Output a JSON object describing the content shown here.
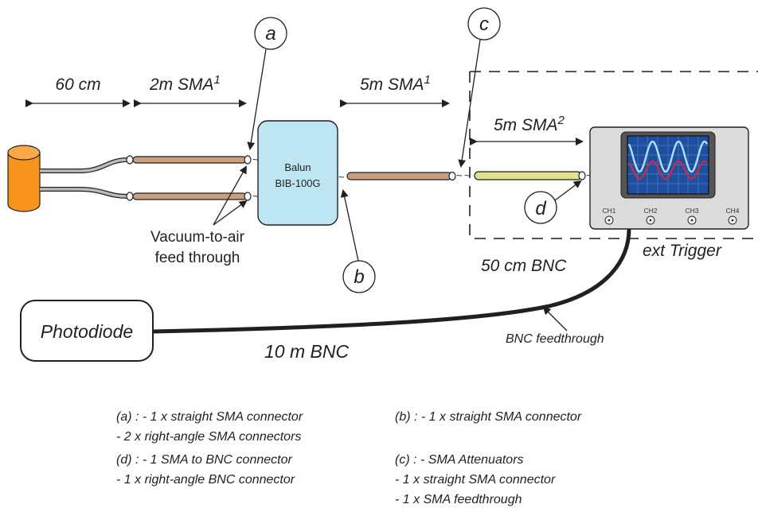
{
  "labels": {
    "dist_60cm": "60 cm",
    "sma_2m": "2m SMA",
    "sma_2m_sup": "1",
    "sma_5m_1": "5m SMA",
    "sma_5m_1_sup": "1",
    "sma_5m_2": "5m SMA",
    "sma_5m_2_sup": "2",
    "balun_line1": "Balun",
    "balun_line2": "BIB-100G",
    "feedthrough_line1": "Vacuum-to-air",
    "feedthrough_line2": "feed through",
    "bnc_50cm": "50 cm BNC",
    "ext_trigger": "ext Trigger",
    "photodiode": "Photodiode",
    "bnc_10m": "10 m BNC",
    "bnc_feedthrough": "BNC feedthrough",
    "circle_a": "a",
    "circle_b": "b",
    "circle_c": "c",
    "circle_d": "d",
    "tilde": "~"
  },
  "scope": {
    "channels": [
      "CH1",
      "CH2",
      "CH3",
      "CH4"
    ],
    "wave_colors": {
      "cyan": "#a9e4f7",
      "red": "#e0253f"
    },
    "screen_color": "#1f4e9e",
    "body_color": "#dcdcdc"
  },
  "colors": {
    "coil": "#f7941d",
    "sma_cable": "#c8a080",
    "sma2_cable": "#e2e28a",
    "balun": "#bde6f2"
  },
  "notes": {
    "a_line1": "(a) : - 1 x straight SMA connector",
    "a_line2": "- 2 x right-angle SMA connectors",
    "d_line1": "(d) : - 1 SMA to BNC connector",
    "d_line2": "- 1 x right-angle BNC connector",
    "b_line1": "(b) : - 1 x straight SMA connector",
    "c_line1": "(c) : - SMA Attenuators",
    "c_line2": "- 1 x straight SMA connector",
    "c_line3": "- 1 x SMA feedthrough"
  }
}
